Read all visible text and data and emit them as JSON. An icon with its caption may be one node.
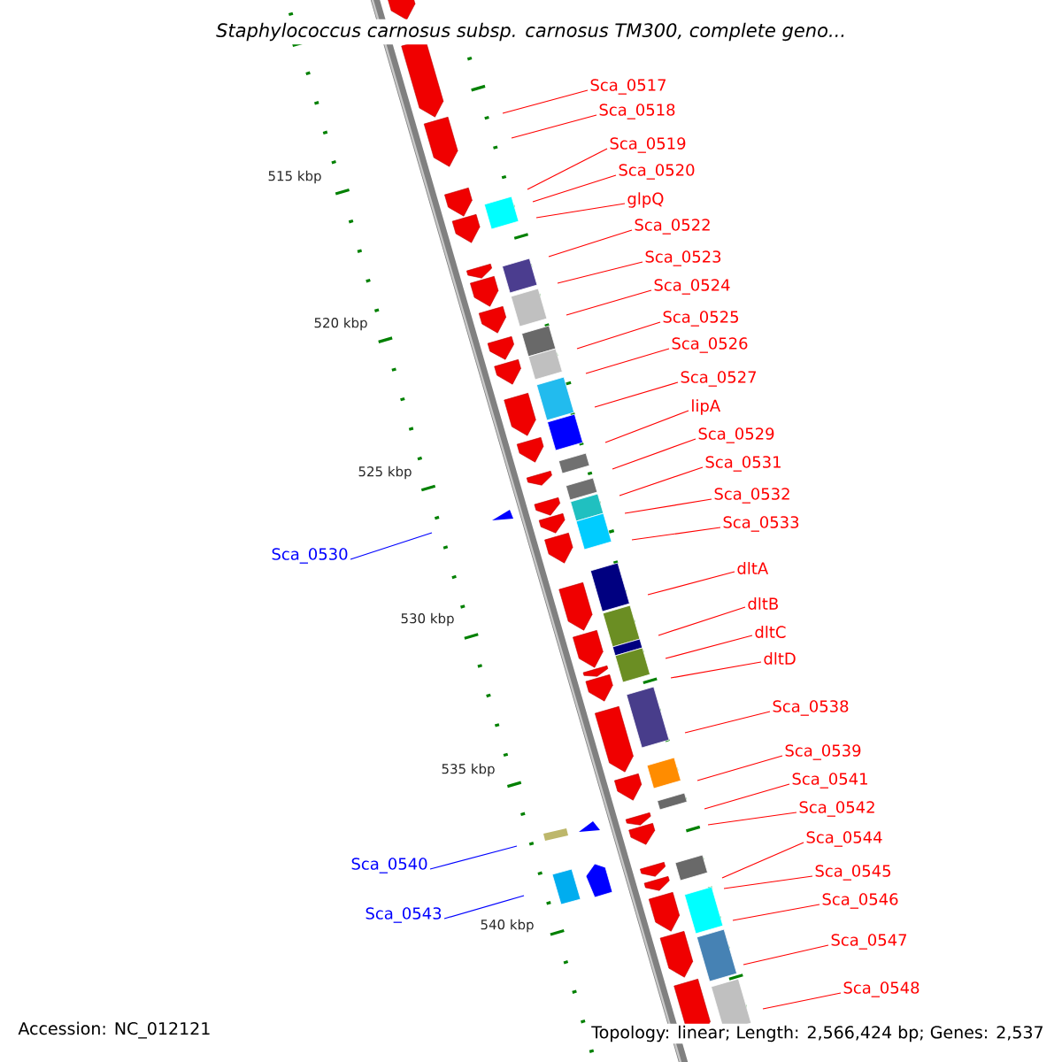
{
  "diagram": {
    "title": "Staphylococcus carnosus subsp. carnosus TM300, complete geno...",
    "nodes": [
      {
        "text": [
          "Sca_0517"
        ]
      },
      {
        "text": [
          "Sca_0518"
        ]
      },
      {
        "text": [
          "Sca_0519"
        ]
      },
      {
        "text": [
          "Sca_0520"
        ]
      },
      {
        "text": [
          "glpQ"
        ]
      },
      {
        "text": [
          "Sca_0522"
        ]
      },
      {
        "text": [
          "Sca_0523"
        ]
      },
      {
        "text": [
          "Sca_0524"
        ]
      },
      {
        "text": [
          "Sca_0525"
        ]
      },
      {
        "text": [
          "Sca_0526"
        ]
      },
      {
        "text": [
          "Sca_0527"
        ]
      },
      {
        "text": [
          "lipA"
        ]
      },
      {
        "text": [
          "Sca_0529"
        ]
      },
      {
        "text": [
          "Sca_0531"
        ]
      },
      {
        "text": [
          "Sca_0532"
        ]
      },
      {
        "text": [
          "Sca_0533"
        ]
      },
      {
        "text": [
          "Sca_0530"
        ]
      },
      {
        "text": [
          "dltA"
        ]
      },
      {
        "text": [
          "dltB"
        ]
      },
      {
        "text": [
          "dltC"
        ]
      },
      {
        "text": [
          "dltD"
        ]
      },
      {
        "text": [
          "Sca_0538"
        ]
      },
      {
        "text": [
          "Sca_0539"
        ]
      },
      {
        "text": [
          "Sca_0541"
        ]
      },
      {
        "text": [
          "Sca_0542"
        ]
      },
      {
        "text": [
          "Sca_0544"
        ]
      },
      {
        "text": [
          "Sca_0540"
        ]
      },
      {
        "text": [
          "Sca_0545"
        ]
      },
      {
        "text": [
          "Sca_0546"
        ]
      },
      {
        "text": [
          "Sca_0543"
        ]
      },
      {
        "text": [
          "Sca_0547"
        ]
      },
      {
        "text": [
          "Sca_0548"
        ]
      }
    ],
    "edges": [
      {
        "from": 0,
        "to": null,
        "arrow": "none"
      },
      {
        "from": 1,
        "to": null,
        "arrow": "none"
      },
      {
        "from": 2,
        "to": null,
        "arrow": "none"
      },
      {
        "from": 3,
        "to": null,
        "arrow": "none"
      },
      {
        "from": 4,
        "to": null,
        "arrow": "none"
      },
      {
        "from": 5,
        "to": null,
        "arrow": "none"
      },
      {
        "from": 6,
        "to": null,
        "arrow": "none"
      },
      {
        "from": 7,
        "to": null,
        "arrow": "none"
      },
      {
        "from": 8,
        "to": null,
        "arrow": "none"
      },
      {
        "from": 9,
        "to": null,
        "arrow": "none"
      },
      {
        "from": 10,
        "to": null,
        "arrow": "none"
      },
      {
        "from": 11,
        "to": null,
        "arrow": "none"
      },
      {
        "from": 12,
        "to": null,
        "arrow": "none"
      },
      {
        "from": 13,
        "to": null,
        "arrow": "none"
      },
      {
        "from": 14,
        "to": null,
        "arrow": "none"
      },
      {
        "from": 15,
        "to": null,
        "arrow": "none"
      },
      {
        "from": 16,
        "to": null,
        "arrow": "none",
        "color": "#0000ff"
      },
      {
        "from": 17,
        "to": null,
        "arrow": "none"
      },
      {
        "from": 18,
        "to": null,
        "arrow": "none"
      },
      {
        "from": 19,
        "to": null,
        "arrow": "none"
      },
      {
        "from": 20,
        "to": null,
        "arrow": "none"
      },
      {
        "from": 21,
        "to": null,
        "arrow": "none"
      },
      {
        "from": 22,
        "to": null,
        "arrow": "none"
      },
      {
        "from": 23,
        "to": null,
        "arrow": "none"
      },
      {
        "from": 24,
        "to": null,
        "arrow": "none"
      },
      {
        "from": 25,
        "to": null,
        "arrow": "none"
      },
      {
        "from": 26,
        "to": null,
        "arrow": "none",
        "color": "#0000ff"
      },
      {
        "from": 27,
        "to": null,
        "arrow": "none"
      },
      {
        "from": 28,
        "to": null,
        "arrow": "none"
      },
      {
        "from": 29,
        "to": null,
        "arrow": "none",
        "color": "#0000ff"
      },
      {
        "from": 30,
        "to": null,
        "arrow": "none"
      },
      {
        "from": 31,
        "to": null,
        "arrow": "none"
      }
    ],
    "labels": [
      "515 kbp",
      "520 kbp",
      "525 kbp",
      "530 kbp",
      "535 kbp",
      "540 kbp",
      "Accession: NC_012121",
      "Topology: linear; Length: 2,566,424 bp; Genes: 2,537"
    ]
  }
}
